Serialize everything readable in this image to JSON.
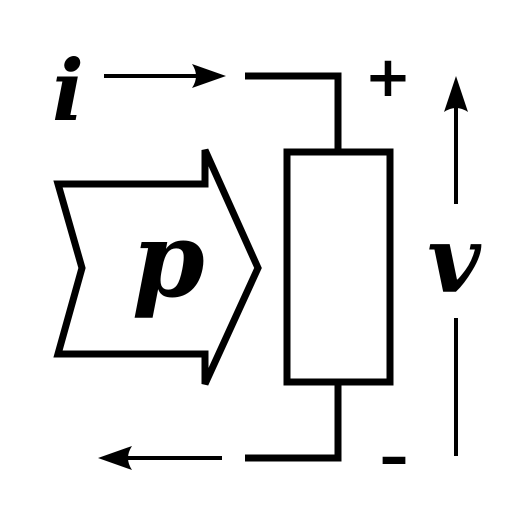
{
  "diagram": {
    "current_label": "i",
    "power_label": "p",
    "voltage_label": "v",
    "plus_sign": "+",
    "minus_sign": "–"
  },
  "colors": {
    "stroke": "#000000",
    "background": "#ffffff"
  }
}
